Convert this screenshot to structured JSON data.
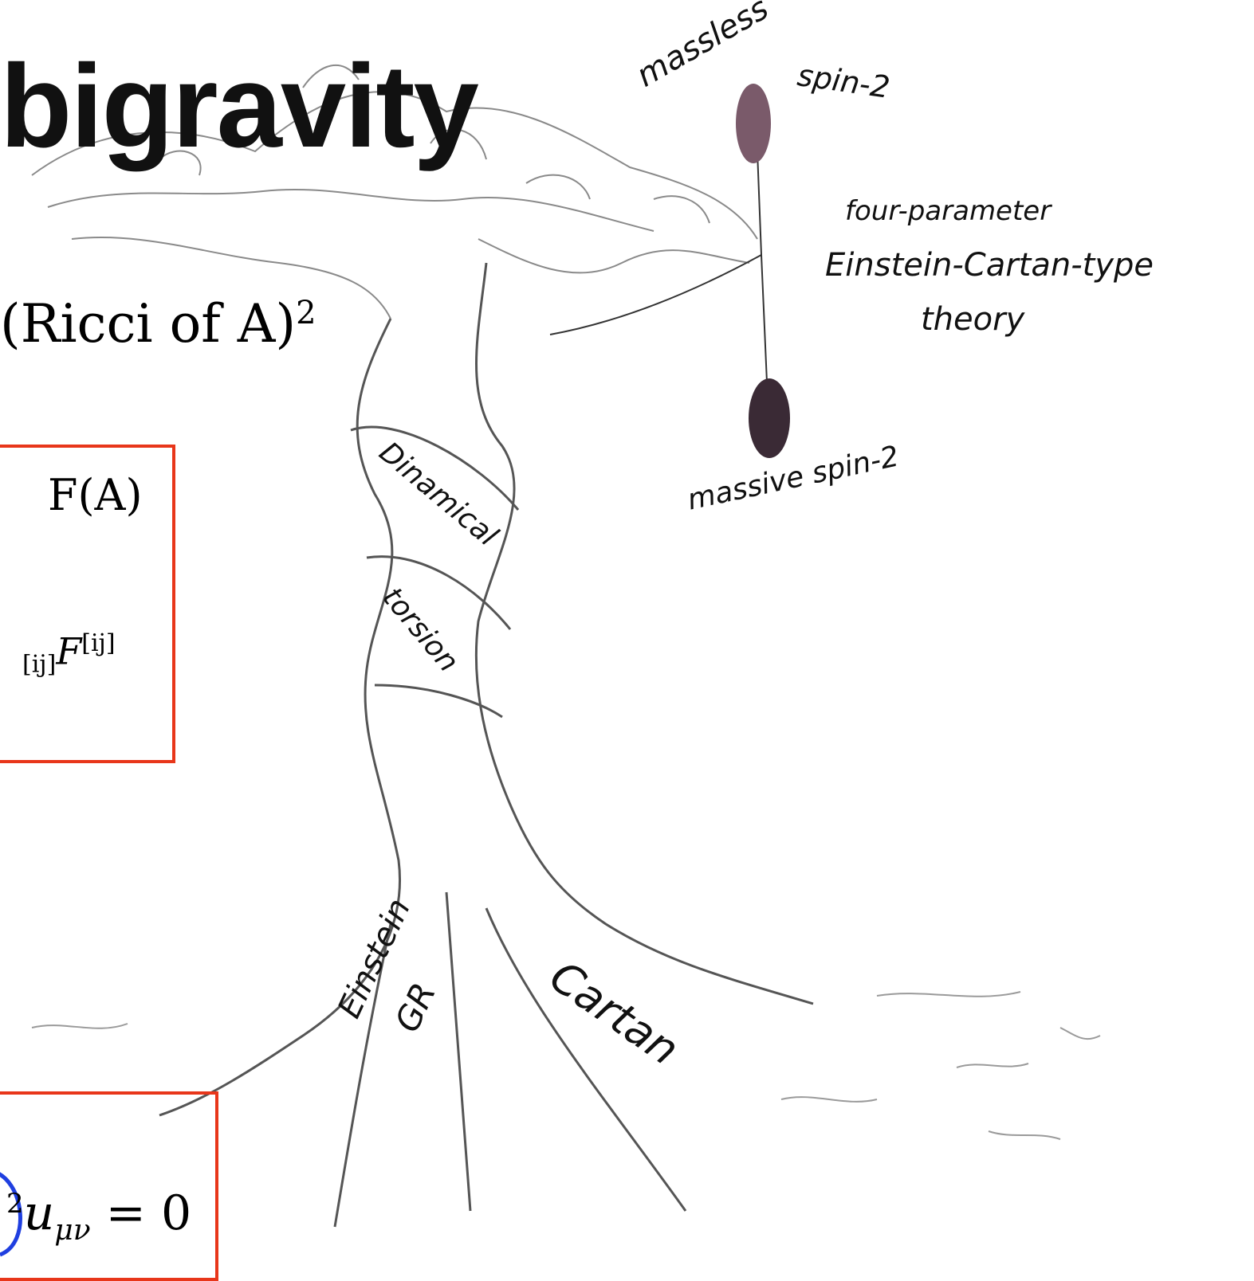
{
  "title": "bigravity",
  "math": {
    "ricci": "(Ricci of A)",
    "ricci_power": "2",
    "f_of_a": "F(A)",
    "f_contract": "[ij]F",
    "f_contract_sub": "[ij]",
    "f_contract_sup": "[ij]",
    "field_eq": "u",
    "field_eq_sub": "μν",
    "field_eq_rhs": " = 0",
    "field_eq_sup": "2"
  },
  "tree_labels": {
    "massless": "massless",
    "spin2_top": "spin-2",
    "four_param": "four-parameter",
    "einstein_cartan": "Einstein-Cartan-type",
    "theory": "theory",
    "massive": "massive spin-2",
    "dinamical": "Dinamical",
    "torsion": "torsion",
    "einstein": "Einstein",
    "gr": "GR",
    "cartan": "Cartan"
  },
  "colors": {
    "box_border": "#e8361a",
    "highlight_circle": "#1f3fe0",
    "sketch": "#6b6b6b"
  }
}
